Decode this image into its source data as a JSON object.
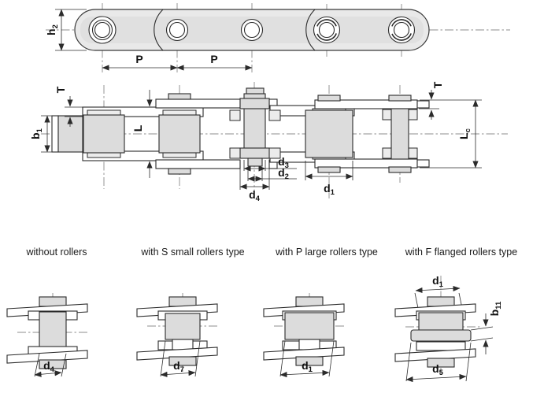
{
  "top_view": {
    "h2": {
      "main": "h",
      "sub": "2"
    },
    "p_left": "P",
    "p_right": "P"
  },
  "side_view": {
    "t_left": "T",
    "b1": {
      "main": "b",
      "sub": "1"
    },
    "l": "L",
    "d3": {
      "main": "d",
      "sub": "3"
    },
    "d2": {
      "main": "d",
      "sub": "2"
    },
    "d4": {
      "main": "d",
      "sub": "4"
    },
    "d1": {
      "main": "d",
      "sub": "1"
    },
    "t_right": "T",
    "lc": {
      "main": "L",
      "sub": "c"
    }
  },
  "variants": [
    {
      "caption": "without rollers",
      "dim": {
        "main": "d",
        "sub": "4"
      }
    },
    {
      "caption": "with S small  rollers type",
      "dim": {
        "main": "d",
        "sub": "7"
      }
    },
    {
      "caption": "with P large rollers type",
      "dim": {
        "main": "d",
        "sub": "1"
      }
    },
    {
      "caption": "with F flanged rollers type",
      "dim_top": {
        "main": "d",
        "sub": "1"
      },
      "dim": {
        "main": "d",
        "sub": "5"
      },
      "dim_side": {
        "main": "b",
        "sub": "11"
      }
    }
  ],
  "colors": {
    "background": "#ffffff",
    "part_fill": "#e9e9e9",
    "roller_fill": "#dcdcdc",
    "line": "#2b2b2b"
  }
}
